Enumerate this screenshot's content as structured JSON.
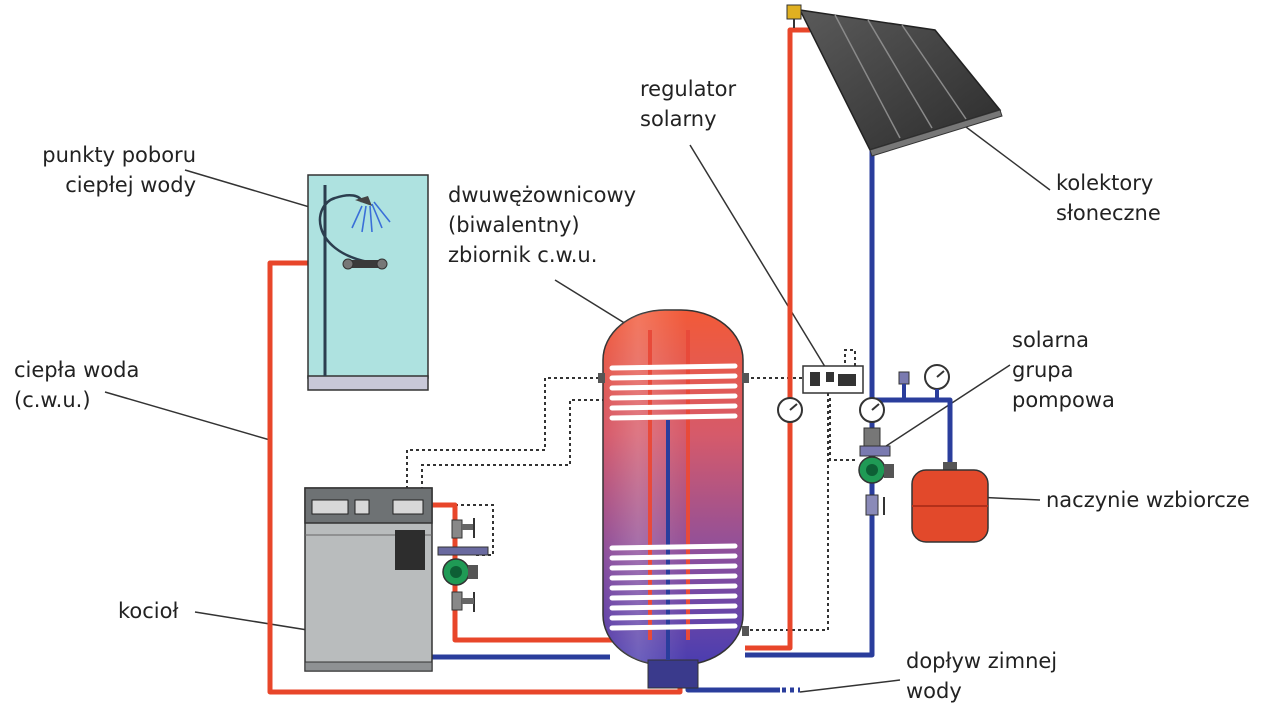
{
  "labels": {
    "hot_water_points": [
      "punkty poboru",
      "ciepłej wody"
    ],
    "hot_water": [
      "ciepła woda",
      "(c.w.u.)"
    ],
    "boiler": "kocioł",
    "tank": [
      "dwuwężownicowy",
      "(biwalentny)",
      "zbiornik c.w.u."
    ],
    "solar_regulator": [
      "regulator",
      "solarny"
    ],
    "collectors": [
      "kolektory",
      "słoneczne"
    ],
    "pump_group": [
      "solarna",
      "grupa",
      "pompowa"
    ],
    "expansion_vessel": "naczynie wzbiorcze",
    "cold_water_inlet": [
      "dopływ zimnej",
      "wody"
    ]
  },
  "colors": {
    "hot_pipe": "#e8462a",
    "cold_pipe": "#2a3d9c",
    "control_wire": "#333333",
    "shower_cabin": "#aee2e0",
    "collector": "#3a3a3a",
    "boiler_body": "#b9bcbd",
    "pump": "#1f9a55",
    "expansion_vessel": "#e2492b",
    "tank_top": "#f05a3a",
    "tank_bottom": "#4a3fb0"
  }
}
